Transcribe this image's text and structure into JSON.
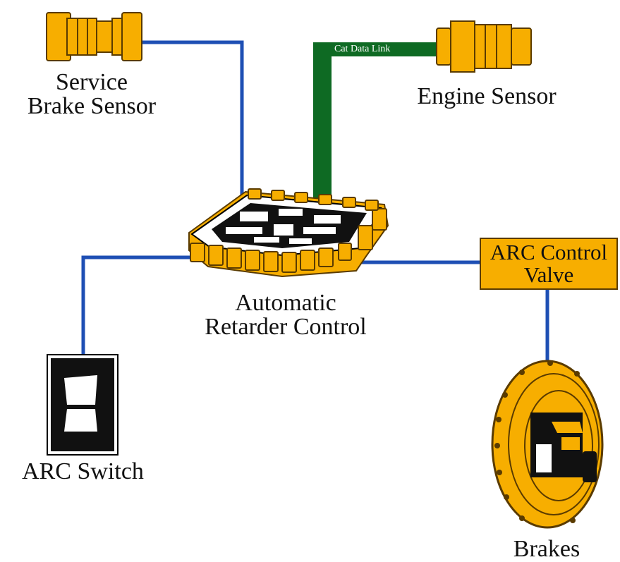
{
  "components": {
    "service_brake_sensor": {
      "line1": "Service",
      "line2": "Brake Sensor",
      "icon": "sensor-icon"
    },
    "engine_sensor": {
      "label": "Engine Sensor",
      "icon": "sensor-icon"
    },
    "data_link": {
      "label": "Cat Data Link"
    },
    "controller": {
      "line1": "Automatic",
      "line2": "Retarder Control",
      "icon": "circuit-board-icon"
    },
    "valve": {
      "line1": "ARC Control",
      "line2": "Valve"
    },
    "switch": {
      "label": "ARC Switch",
      "icon": "rocker-switch-icon"
    },
    "brakes": {
      "label": "Brakes",
      "icon": "brake-disc-icon"
    }
  },
  "colors": {
    "wire": "#1e4fb4",
    "data_link": "#0e6a23",
    "component": "#f7ae00",
    "outline": "#5a3b00"
  }
}
